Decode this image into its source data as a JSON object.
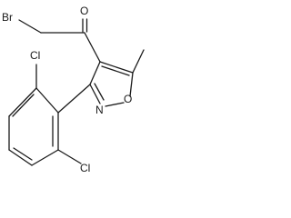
{
  "structure": {
    "atoms": {
      "bromine": "Br",
      "carbonyl_oxygen": "O",
      "ring_oxygen": "O",
      "ring_nitrogen": "N",
      "chlorine_top": "Cl",
      "chlorine_bottom": "Cl"
    }
  }
}
